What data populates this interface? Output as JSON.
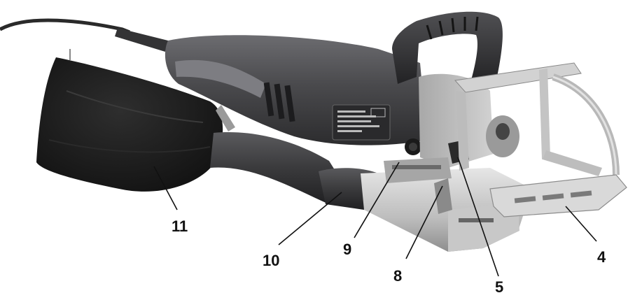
{
  "colors": {
    "background": "#ffffff",
    "body_dark": "#3a3a3c",
    "body_mid": "#555558",
    "body_light": "#7a7a7e",
    "aluminum_light": "#d8d8d8",
    "aluminum_mid": "#b4b4b4",
    "aluminum_dark": "#8c8c8c",
    "bag_black": "#1c1c1c",
    "label_text": "#111111"
  },
  "callouts": [
    {
      "id": "callout-11",
      "text": "11"
    },
    {
      "id": "callout-10",
      "text": "10"
    },
    {
      "id": "callout-9",
      "text": "9"
    },
    {
      "id": "callout-8",
      "text": "8"
    },
    {
      "id": "callout-5",
      "text": "5"
    },
    {
      "id": "callout-4",
      "text": "4"
    }
  ]
}
